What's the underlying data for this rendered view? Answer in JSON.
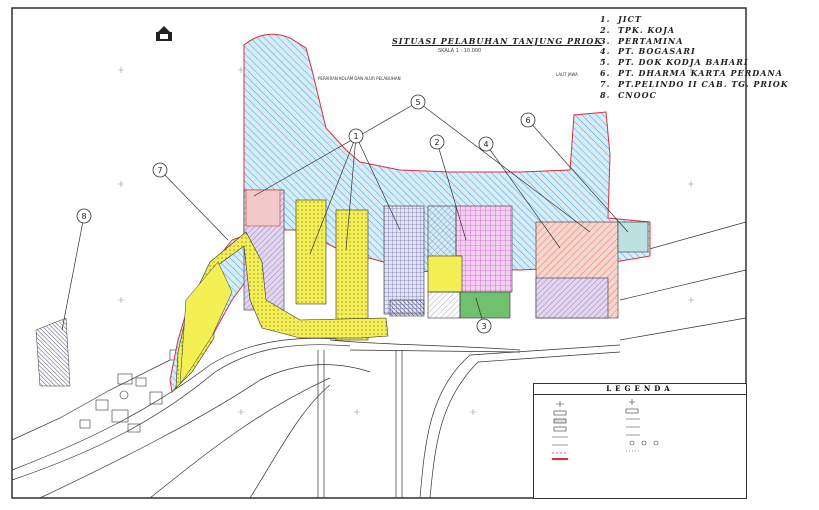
{
  "map": {
    "title": "SITUASI PELABUHAN TANJUNG PRIOK",
    "scale": "SKALA 1 : 10.000",
    "labels": {
      "harbor": "PERAIRAN KOLAM DAN ALUR PELABUHAN",
      "laut_jawa": "LAUT JAWA"
    },
    "terminals": [
      {
        "no": "1",
        "name": "JICT"
      },
      {
        "no": "2",
        "name": "TPK. KOJA"
      },
      {
        "no": "3",
        "name": "PERTAMINA"
      },
      {
        "no": "4",
        "name": "PT. BOGASARI"
      },
      {
        "no": "5",
        "name": "PT. DOK KODJA BAHARI"
      },
      {
        "no": "6",
        "name": "PT. DHARMA KARTA PERDANA"
      },
      {
        "no": "7",
        "name": "PT.PELINDO II CAB. TG. PRIOK"
      },
      {
        "no": "8",
        "name": "CNOOC"
      }
    ],
    "legend": {
      "title": "LEGENDA"
    },
    "colors": {
      "water_hatch": "#4aa3d9",
      "water_fill": "#cfe8f5",
      "yellow": "#f2ee4a",
      "magenta": "#c84ac8",
      "green": "#4fb04f",
      "red_boundary": "#d9303a",
      "salmon": "#e6907a"
    }
  }
}
